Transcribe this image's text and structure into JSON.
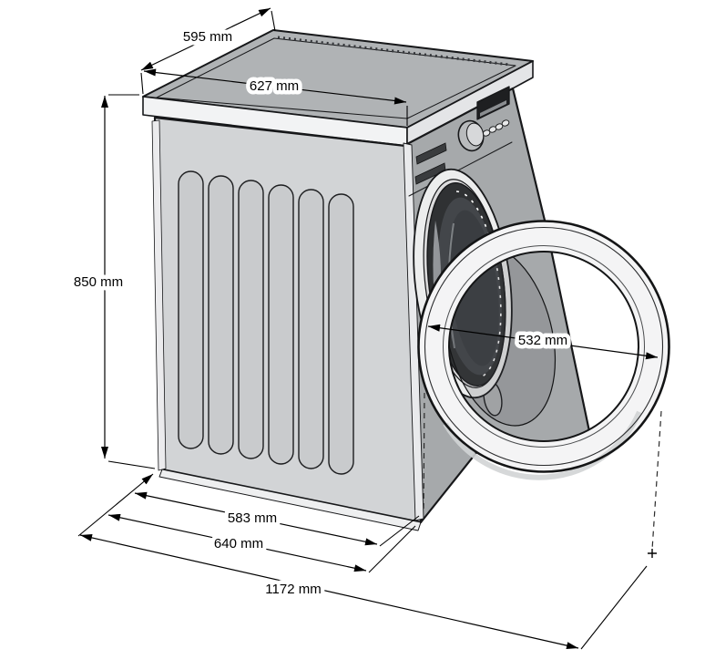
{
  "diagram": {
    "unit": "mm",
    "dimensions": {
      "top_depth": "595 mm",
      "top_width": "627 mm",
      "height": "850 mm",
      "door_diameter": "532 mm",
      "base_depth": "583 mm",
      "body_depth": "640 mm",
      "depth_door_open": "1172 mm"
    },
    "colors": {
      "line": "#17181a",
      "body_side": "#d2d4d6",
      "body_front": "#a6a9ab",
      "body_top": "#b0b3b5",
      "door_ring": "#f4f4f5",
      "drum_dark": "#2f3133",
      "background": "#ffffff"
    }
  }
}
